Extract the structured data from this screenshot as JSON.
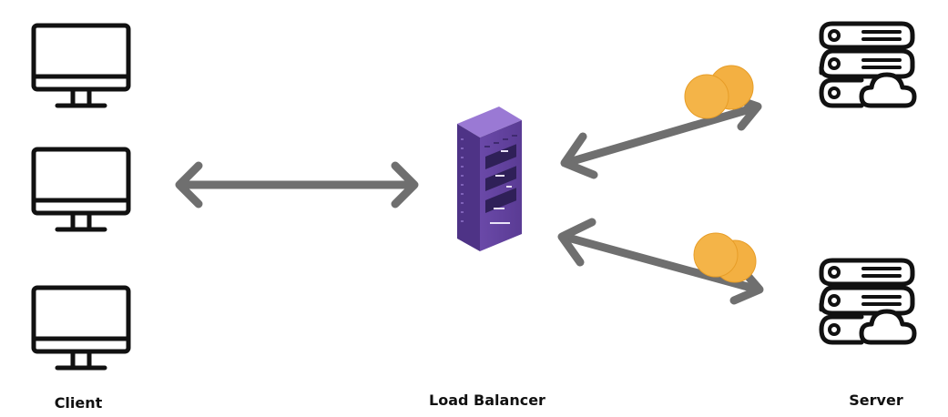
{
  "labels": {
    "client": "Client",
    "load_balancer": "Load Balancer",
    "server": "Server"
  },
  "nodes": {
    "clients": [
      {
        "icon": "monitor-icon"
      },
      {
        "icon": "monitor-icon"
      },
      {
        "icon": "monitor-icon"
      }
    ],
    "load_balancer": {
      "icon": "server-rack-icon"
    },
    "servers": [
      {
        "icon": "cloud-server-icon"
      },
      {
        "icon": "cloud-server-icon"
      }
    ]
  },
  "connections": [
    {
      "from": "client",
      "to": "load_balancer",
      "direction": "bidirectional"
    },
    {
      "from": "load_balancer",
      "to": "server-1",
      "direction": "bidirectional"
    },
    {
      "from": "load_balancer",
      "to": "server-2",
      "direction": "bidirectional"
    }
  ],
  "colors": {
    "arrow": "#6f6f6f",
    "icon_stroke": "#111111",
    "rack_purple": "#7b55b8",
    "token_orange": "#f3b042"
  }
}
